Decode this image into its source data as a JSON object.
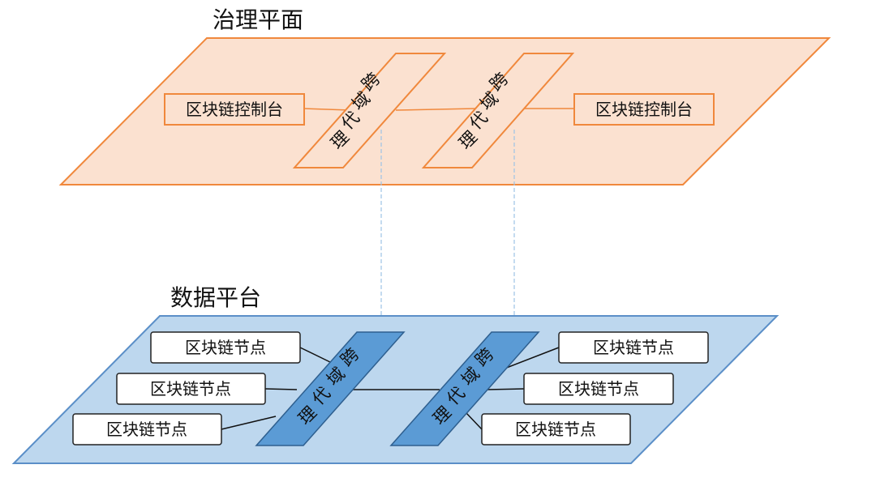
{
  "governance": {
    "title": "治理平面",
    "left_console": "区块链控制台",
    "right_console": "区块链控制台",
    "proxies": [
      "跨域代理",
      "跨域代理"
    ]
  },
  "data_platform": {
    "title": "数据平台",
    "proxies": [
      "跨域代理",
      "跨域代理"
    ],
    "left_nodes": [
      "区块链节点",
      "区块链节点",
      "区块链节点"
    ],
    "right_nodes": [
      "区块链节点",
      "区块链节点",
      "区块链节点"
    ]
  },
  "colors": {
    "governance_fill": "#fbe1d0",
    "governance_stroke": "#f0883c",
    "platform_fill": "#bdd7ee",
    "platform_stroke": "#5b8fc8",
    "proxy_dark_fill": "#5b9bd5",
    "node_fill": "#ffffff",
    "connector_dashed": "#9dc3e6"
  }
}
